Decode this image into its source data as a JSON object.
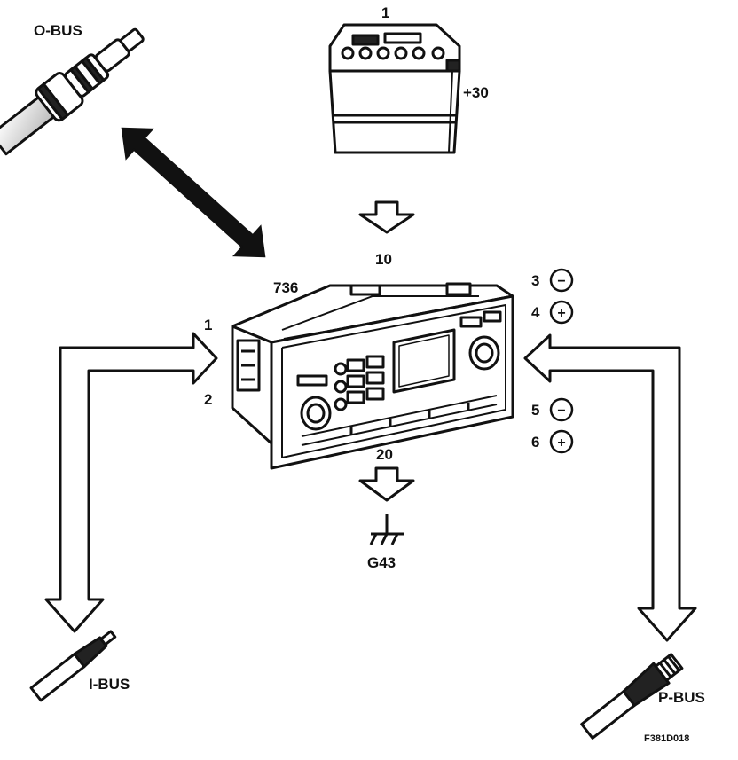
{
  "labels": {
    "o_bus": "O-BUS",
    "i_bus": "I-BUS",
    "p_bus": "P-BUS",
    "battery_num": "1",
    "battery_term": "+30",
    "pin_10": "10",
    "unit_num": "736",
    "pin_1": "1",
    "pin_2": "2",
    "pin_3": "3",
    "pin_4": "4",
    "pin_5": "5",
    "pin_6": "6",
    "pin_20": "20",
    "ground": "G43",
    "fig_code": "F381D018"
  },
  "symbols": {
    "minus": "−",
    "plus": "+"
  },
  "colors": {
    "ink": "#111111",
    "paper": "#ffffff"
  }
}
